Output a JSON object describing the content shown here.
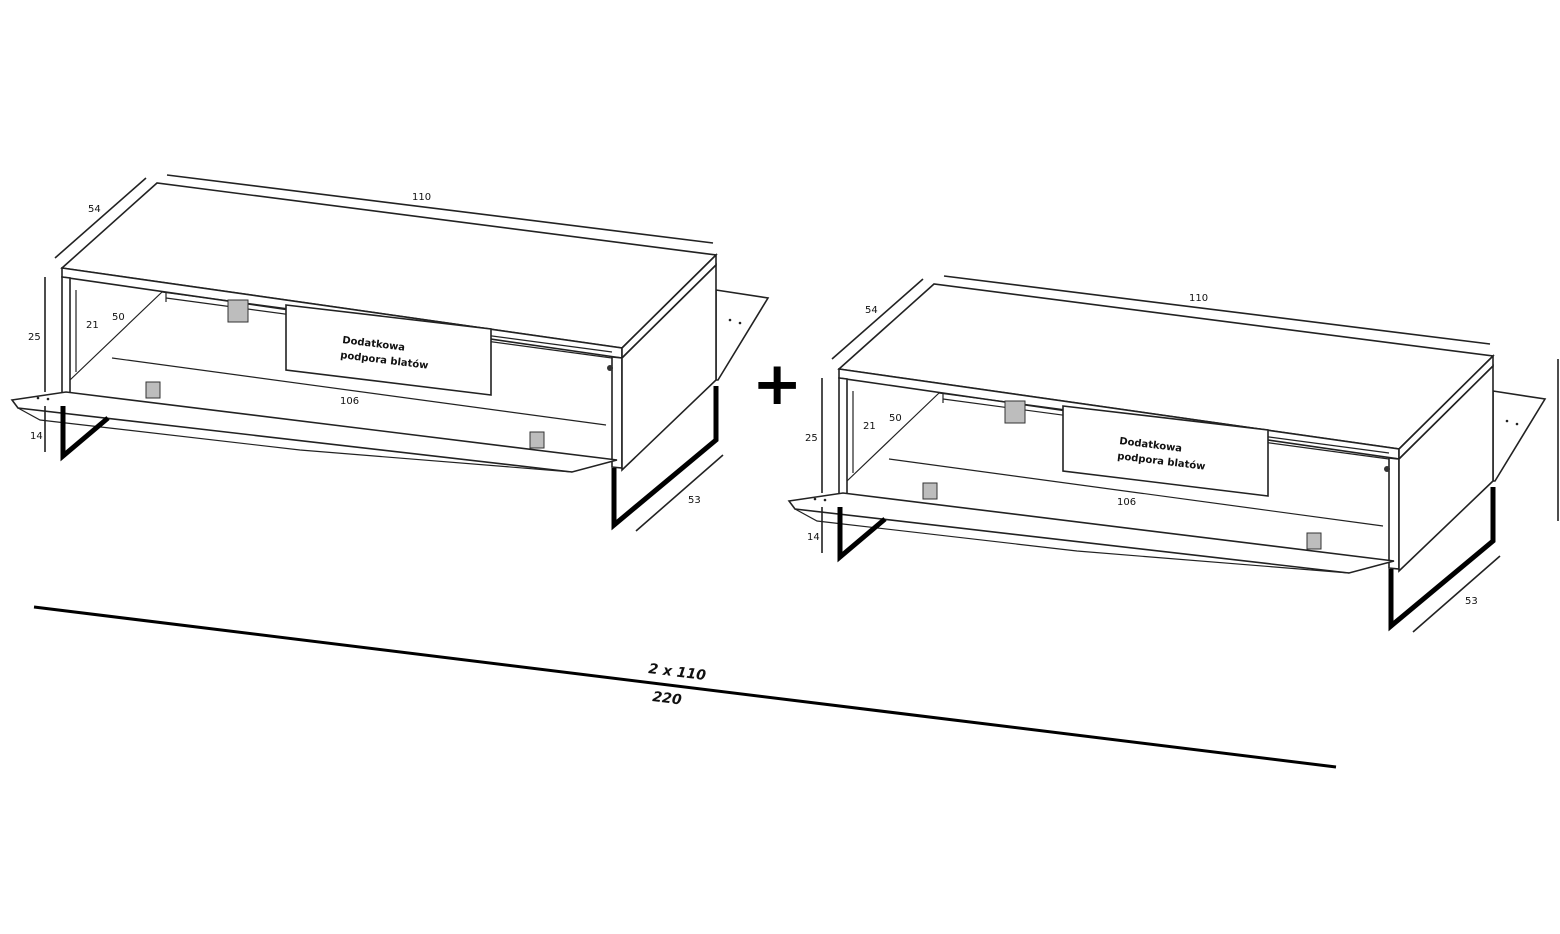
{
  "cabinets": [
    {
      "dims": {
        "width": "110",
        "depth": "54",
        "height": "25",
        "inner_height": "21",
        "inner_depth": "50",
        "inner_width": "106",
        "leg_height": "14",
        "leg_depth": "53"
      },
      "label": {
        "line1": "Dodatkowa",
        "line2": "podpora blatów"
      }
    },
    {
      "dims": {
        "width": "110",
        "depth": "54",
        "height": "25",
        "inner_height": "21",
        "inner_depth": "50",
        "inner_width": "106",
        "leg_height": "14",
        "leg_depth": "53"
      },
      "label": {
        "line1": "Dodatkowa",
        "line2": "podpora blatów"
      }
    }
  ],
  "plus_sign": "+",
  "total": {
    "line1": "2 x 110",
    "line2": "220"
  }
}
